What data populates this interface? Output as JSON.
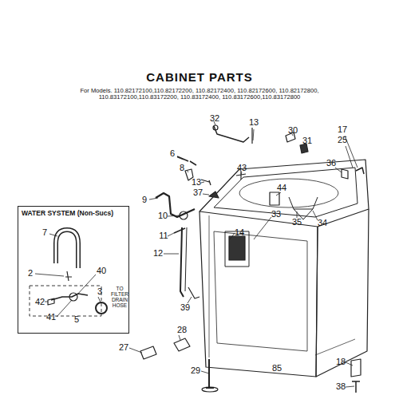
{
  "diagram": {
    "title": "CABINET PARTS",
    "nodes": [
      {
        "text": [
          "WATER SYSTEM (Non-Sucs)"
        ]
      }
    ],
    "labels": [
      "For Models. 110.82172100,110.82172200, 110.82172400, 110.82172600, 110.82172800, 110.83172100,110.83172200, 110.83172400, 110.83172600,110.83172800",
      "32",
      "13",
      "30",
      "31",
      "17",
      "25",
      "36",
      "6",
      "8",
      "13",
      "43",
      "9",
      "37",
      "44",
      "10",
      "33",
      "35",
      "34",
      "14",
      "11",
      "12",
      "7",
      "2",
      "40",
      "42",
      "41",
      "5",
      "3",
      "39",
      "28",
      "27",
      "29",
      "18",
      "38",
      "85",
      "TO FILTER DRAIN HOSE"
    ]
  }
}
